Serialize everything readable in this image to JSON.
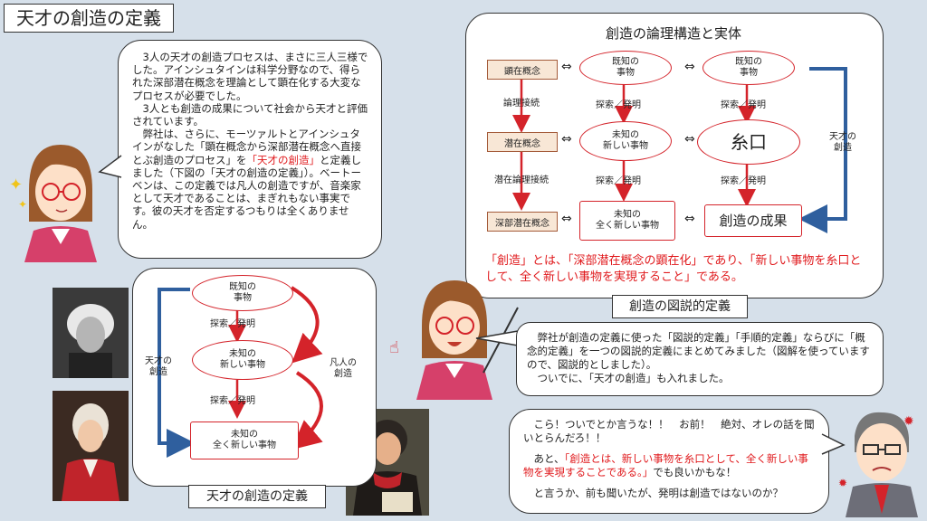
{
  "page_title": "天才の創造の定義",
  "intro_text_1": "　3人の天才の創造プロセスは、まさに三人三様でした。アインシュタインは科学分野なので、得られた深部潜在概念を理論として顕在化する大変なプロセスが必要でした。\n　3人とも創造の成果について社会から天才と評価されています。\n　弊社は、さらに、モーツァルトとアインシュタインがなした「顕在概念から深部潜在概念へ直接とぶ創造のプロセス」を",
  "intro_highlight": "「天才の創造」",
  "intro_text_2": "と定義しました（下図の「天才の創造の定義」）。ベートーベンは、この定義では凡人の創造ですが、音楽家として天才であることは、まぎれもない事実です。彼の天才を否定するつもりは全くありません。",
  "logic": {
    "title": "創造の論理構造と実体",
    "concepts": [
      "顕在概念",
      "潜在概念",
      "深部潜在概念"
    ],
    "links": [
      "論理接続",
      "潜在論理接続"
    ],
    "col1": [
      "既知の\n事物",
      "未知の\n新しい事物",
      "未知の\n全く新しい事物"
    ],
    "col2": [
      "既知の\n事物",
      "糸口",
      "創造の成果"
    ],
    "search": "探索／発明",
    "genius": "天才の\n創造",
    "statement": "「創造」とは、「深部潜在概念の顕在化」であり、「新しい事物を糸口として、全く新しい事物を実現すること」である。",
    "caption": "創造の図説的定義"
  },
  "genius_def": {
    "nodes": [
      "既知の\n事物",
      "未知の\n新しい事物",
      "未知の\n全く新しい事物"
    ],
    "search": "探索／発明",
    "genius_label": "天才の\n創造",
    "ordinary_label": "凡人の\n創造",
    "caption": "天才の創造の定義"
  },
  "middle_text": "　弊社が創造の定義に使った「図説的定義」「手順的定義」ならびに「概念的定義」を一つの図説的定義にまとめてみました（図解を使っていますので、図説的としました）。\n　ついでに、「天才の創造」も入れました。",
  "boss": {
    "line1": "　こら！ついでとか言うな！！　お前！　絶対、オレの話を聞いとらんだろ！！",
    "line2_prefix": "　あと、",
    "line2_red": "「創造とは、新しい事物を糸口として、全く新しい事物を実現することである。」",
    "line2_suffix": "でも良いかもな！",
    "line3": "　と言うか、前も聞いたが、発明は創造ではないのか？"
  },
  "colors": {
    "red": "#e0191c",
    "blue": "#2f5f9e",
    "concept_fill": "#f8e7d6",
    "bg": "#d6e0ea"
  }
}
